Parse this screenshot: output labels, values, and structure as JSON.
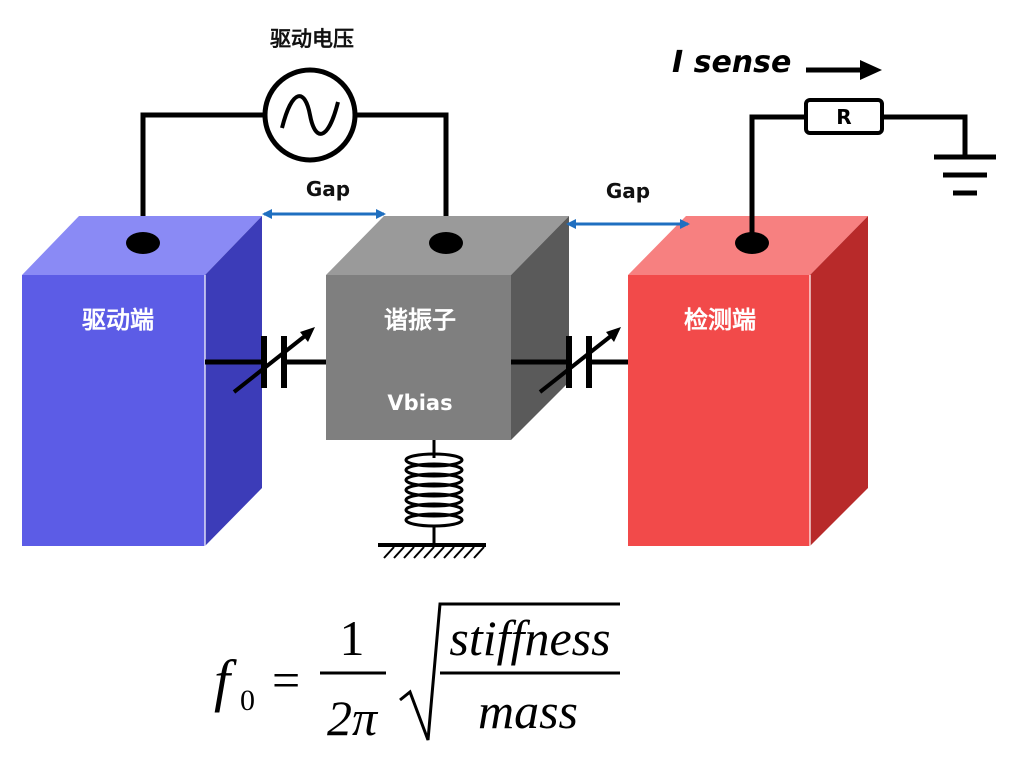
{
  "title": "驱动电压",
  "sense_label": "I sense",
  "resistor_label": "R",
  "gap_left": "Gap",
  "gap_right": "Gap",
  "drive_block": {
    "label": "驱动端",
    "color": "#5c5ce6"
  },
  "resonator_block": {
    "label": "谐振子",
    "sublabel": "Vbias",
    "color": "#7f7f7f"
  },
  "sense_block": {
    "label": "检测端",
    "color": "#f24a4a"
  },
  "arrow_color": "#1f6fc0",
  "formula": {
    "lhs": "f",
    "lhs_sub": "0",
    "equals": "=",
    "num": "1",
    "den": "2π",
    "root_num": "stiffness",
    "root_den": "mass"
  },
  "icons": [
    "ac-source-icon",
    "ground-icon",
    "variable-capacitor-icon",
    "spring-icon",
    "resistor-icon",
    "current-arrow-icon"
  ]
}
